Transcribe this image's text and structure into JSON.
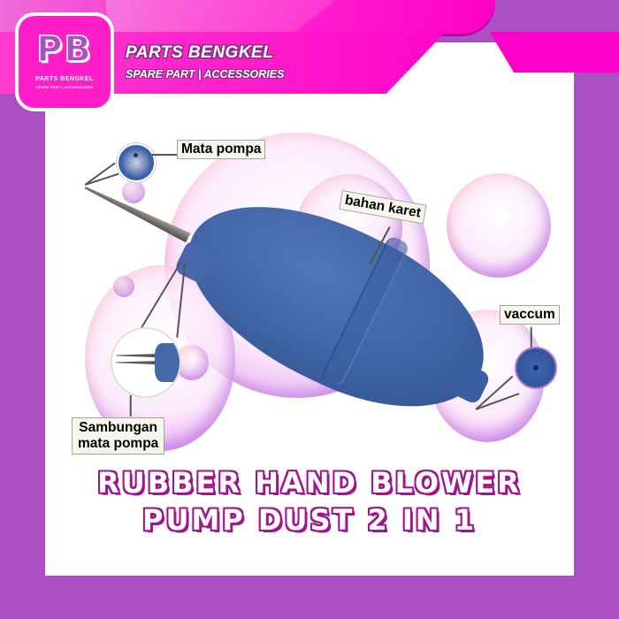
{
  "colors": {
    "purple_bg": "#ab4fc4",
    "pink_brand": "#ff00c8",
    "headline_stroke": "#a0148c",
    "pump_blue": "#3f63a4",
    "panel_bg": "#ffffff"
  },
  "brand": {
    "logo_mark": "PB",
    "logo_title": "PARTS BENGKEL",
    "logo_subtitle": "SPARE PART | ACCESSORIES",
    "title": "PARTS BENGKEL",
    "subtitle": "SPARE PART | ACCESSORIES"
  },
  "product": {
    "callouts": [
      {
        "label": "Mata pompa"
      },
      {
        "label": "bahan karet"
      },
      {
        "label": "vaccum"
      },
      {
        "label_line1": "Sambungan",
        "label_line2": "mata pompa"
      }
    ]
  },
  "headline": {
    "line1": "RUBBER HAND BLOWER",
    "line2": "PUMP DUST 2 IN 1"
  }
}
